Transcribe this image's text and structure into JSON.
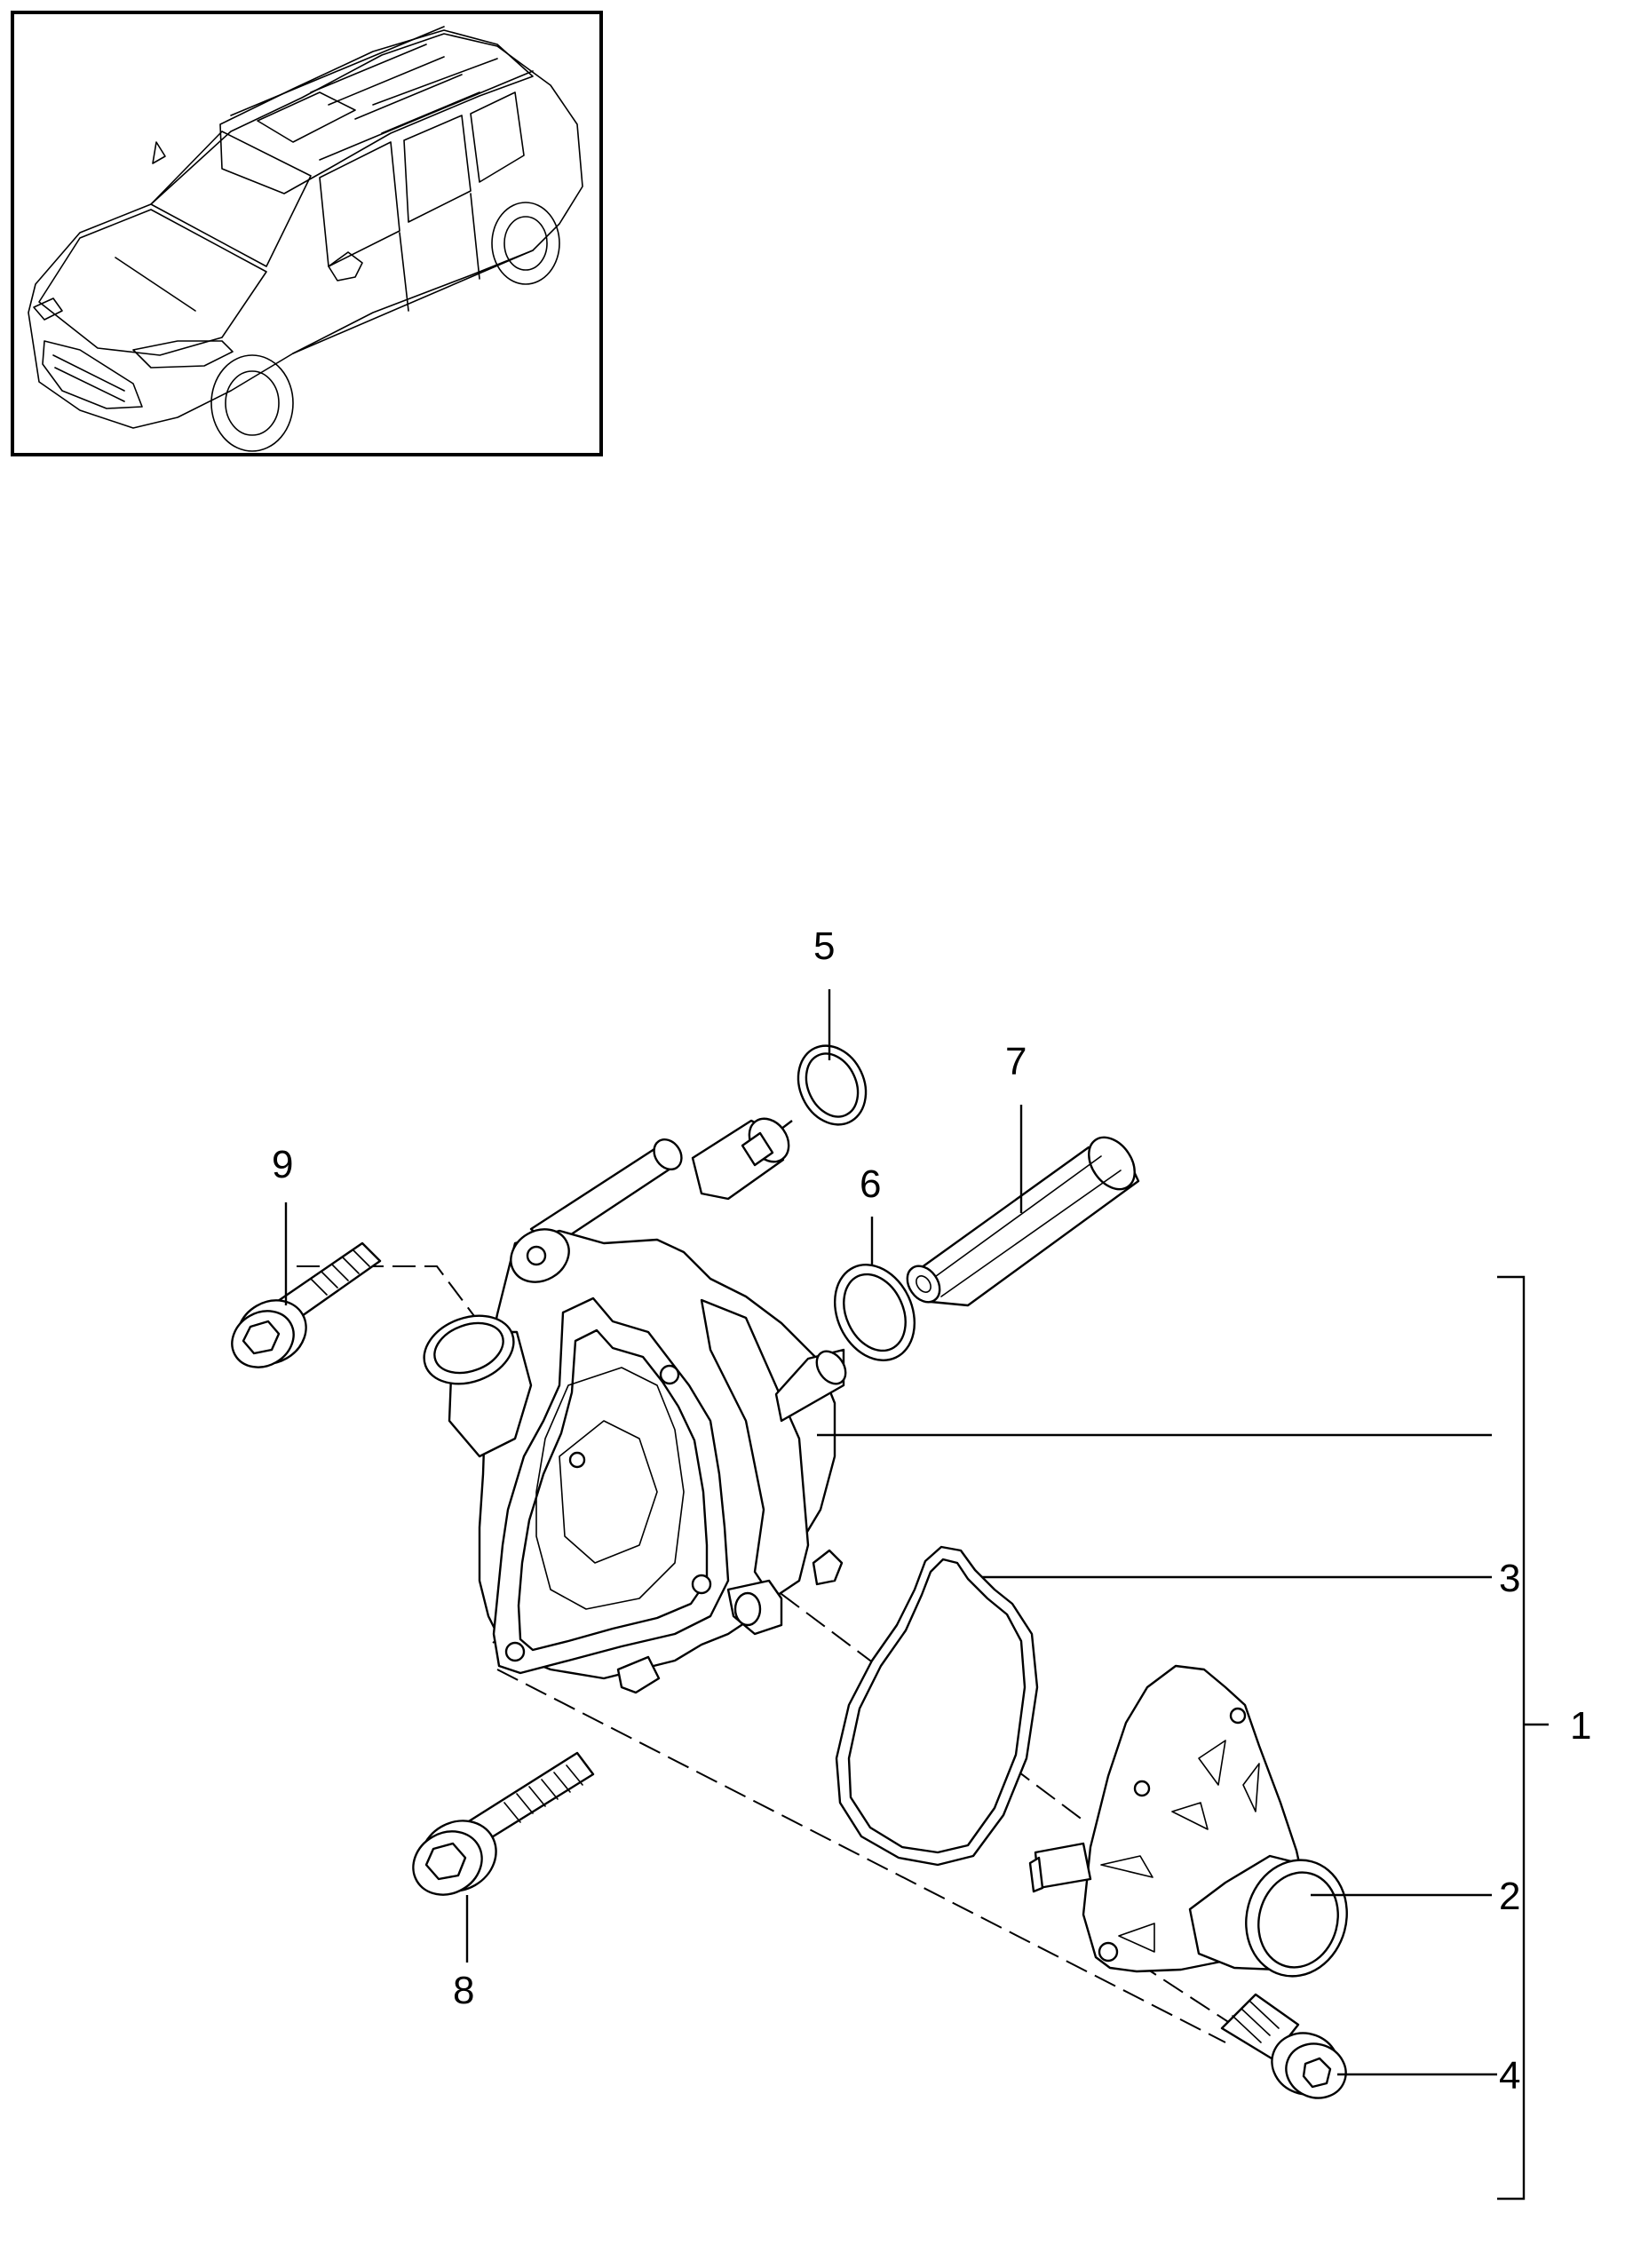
{
  "figure": {
    "vehicle_thumbnail_icon": "suv-vehicle-thumbnail",
    "callouts": [
      {
        "id": "1",
        "label": "1"
      },
      {
        "id": "2",
        "label": "2"
      },
      {
        "id": "3",
        "label": "3"
      },
      {
        "id": "4",
        "label": "4"
      },
      {
        "id": "5",
        "label": "5"
      },
      {
        "id": "6",
        "label": "6"
      },
      {
        "id": "7",
        "label": "7"
      },
      {
        "id": "8",
        "label": "8"
      },
      {
        "id": "9",
        "label": "9"
      }
    ]
  }
}
